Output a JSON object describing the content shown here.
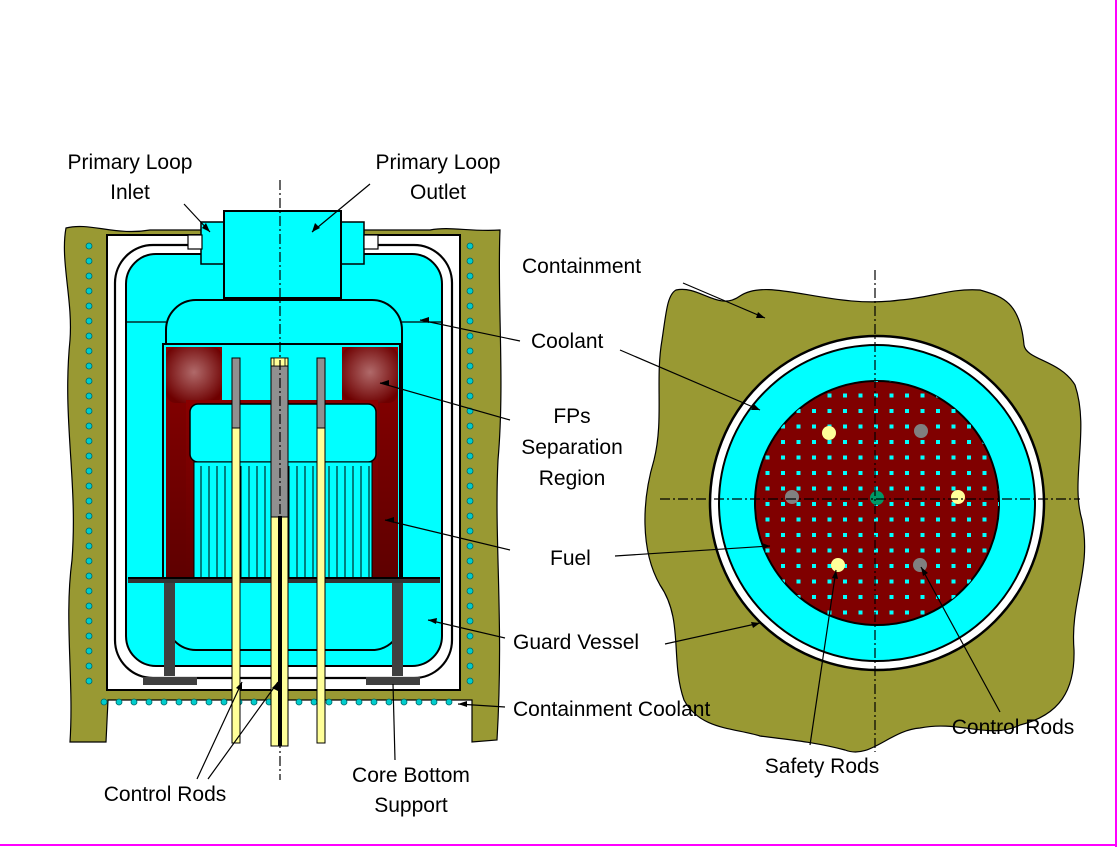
{
  "colors": {
    "containment": "#999933",
    "coolant": "#00ffff",
    "fuel": "#800000",
    "rod_yellow": "#ffff99",
    "rod_grey": "#808080",
    "rod_green": "#009966",
    "frame": "#ff00ff"
  },
  "labels": {
    "primary_loop_inlet": [
      "Primary Loop",
      "Inlet"
    ],
    "primary_loop_outlet": [
      "Primary Loop",
      "Outlet"
    ],
    "containment": "Containment",
    "coolant": "Coolant",
    "fps_separation_region": [
      "FPs",
      "Separation",
      "Region"
    ],
    "fuel": "Fuel",
    "guard_vessel": "Guard Vessel",
    "containment_coolant": "Containment Coolant",
    "control_rods_left": "Control Rods",
    "core_bottom_support": [
      "Core Bottom",
      "Support"
    ],
    "safety_rods": "Safety Rods",
    "control_rods_right": "Control Rods"
  }
}
